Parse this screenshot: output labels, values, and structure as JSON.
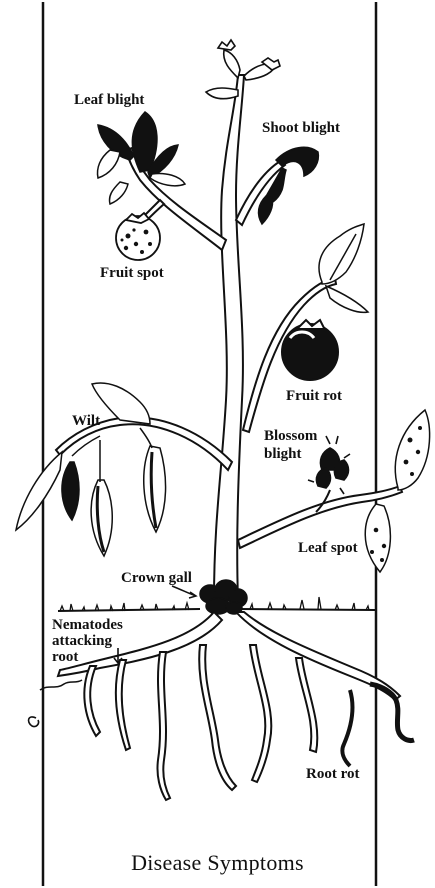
{
  "labels": {
    "leaf_blight": "Leaf blight",
    "shoot_blight": "Shoot blight",
    "fruit_spot": "Fruit spot",
    "fruit_rot": "Fruit rot",
    "wilt": "Wilt",
    "blossom_blight_1": "Blossom",
    "blossom_blight_2": "blight",
    "leaf_spot": "Leaf spot",
    "crown_gall": "Crown gall",
    "nematodes_1": "Nematodes",
    "nematodes_2": "attacking",
    "nematodes_3": "root",
    "root_rot": "Root rot"
  },
  "caption": "Disease Symptoms"
}
